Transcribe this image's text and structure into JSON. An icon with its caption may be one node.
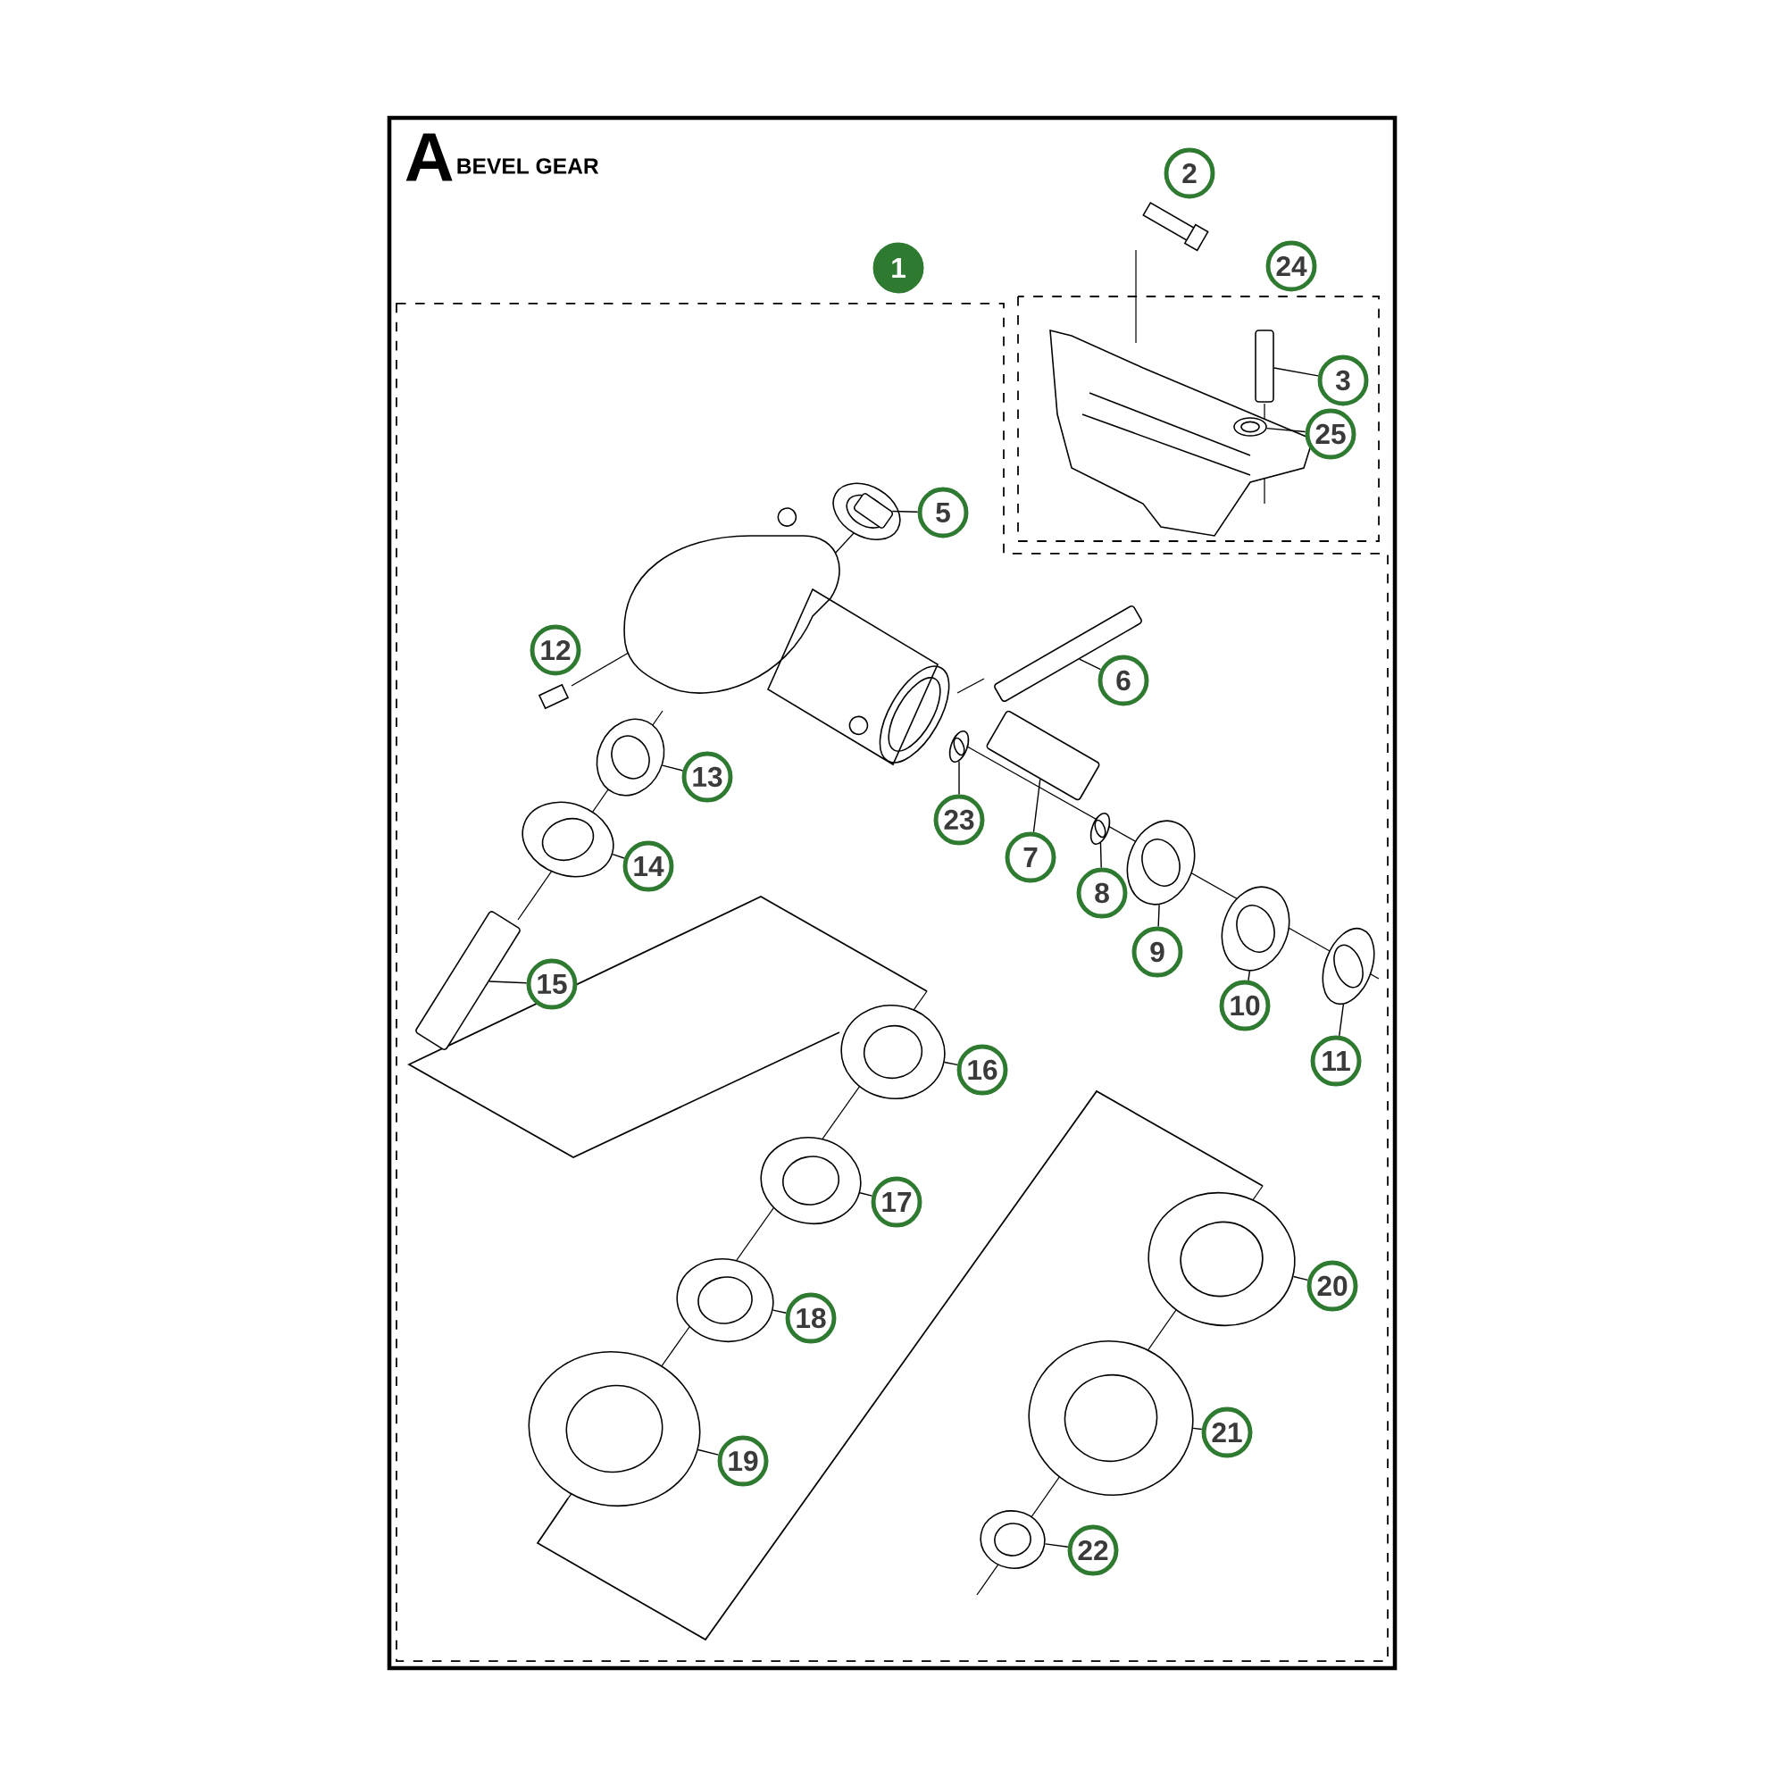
{
  "diagram": {
    "title": "BEVEL GEAR",
    "labels": [
      "A"
    ],
    "nodes": [
      {
        "text": [
          "1"
        ]
      },
      {
        "text": [
          "2"
        ]
      },
      {
        "text": [
          "24"
        ]
      },
      {
        "text": [
          "3"
        ]
      },
      {
        "text": [
          "25"
        ]
      },
      {
        "text": [
          "5"
        ]
      },
      {
        "text": [
          "12"
        ]
      },
      {
        "text": [
          "6"
        ]
      },
      {
        "text": [
          "13"
        ]
      },
      {
        "text": [
          "14"
        ]
      },
      {
        "text": [
          "23"
        ]
      },
      {
        "text": [
          "7"
        ]
      },
      {
        "text": [
          "8"
        ]
      },
      {
        "text": [
          "15"
        ]
      },
      {
        "text": [
          "9"
        ]
      },
      {
        "text": [
          "10"
        ]
      },
      {
        "text": [
          "11"
        ]
      },
      {
        "text": [
          "16"
        ]
      },
      {
        "text": [
          "17"
        ]
      },
      {
        "text": [
          "20"
        ]
      },
      {
        "text": [
          "18"
        ]
      },
      {
        "text": [
          "21"
        ]
      },
      {
        "text": [
          "19"
        ]
      },
      {
        "text": [
          "22"
        ]
      },
      {
        "text": [],
        "shape": "bar"
      },
      {
        "text": [],
        "shape": "circle"
      },
      {
        "text": [],
        "shape": "bar"
      },
      {
        "text": [],
        "shape": "bar"
      },
      {
        "text": [],
        "shape": "circle"
      },
      {
        "text": [],
        "shape": "circle"
      },
      {
        "text": [],
        "shape": "circle"
      },
      {
        "text": [],
        "shape": "bar"
      },
      {
        "text": [],
        "shape": "circle"
      },
      {
        "text": [],
        "shape": "circle"
      },
      {
        "text": [],
        "shape": "circle"
      },
      {
        "text": [],
        "shape": "circle"
      },
      {
        "text": [],
        "shape": "bar"
      },
      {
        "text": [],
        "shape": "circle"
      },
      {
        "text": [],
        "shape": "circle"
      },
      {
        "text": [],
        "shape": "circle"
      },
      {
        "text": [],
        "shape": "circle"
      },
      {
        "text": [],
        "shape": "circle"
      },
      {
        "text": [],
        "shape": "circle"
      },
      {
        "text": [],
        "shape": "circle"
      }
    ],
    "edges": [
      {
        "from": 3,
        "to": 24,
        "arrow": "none"
      },
      {
        "from": 4,
        "to": 25,
        "arrow": "none"
      },
      {
        "from": 5,
        "to": 26,
        "arrow": "none"
      },
      {
        "from": 7,
        "to": 27,
        "arrow": "none"
      },
      {
        "from": 8,
        "to": 28,
        "arrow": "none"
      },
      {
        "from": 9,
        "to": 29,
        "arrow": "none"
      },
      {
        "from": 10,
        "to": 30,
        "arrow": "none"
      },
      {
        "from": 11,
        "to": 31,
        "arrow": "none"
      },
      {
        "from": 12,
        "to": 32,
        "arrow": "none"
      },
      {
        "from": 14,
        "to": 33,
        "arrow": "none"
      },
      {
        "from": 15,
        "to": 34,
        "arrow": "none"
      },
      {
        "from": 16,
        "to": 35,
        "arrow": "none"
      },
      {
        "from": 13,
        "to": 36,
        "arrow": "none"
      },
      {
        "from": 17,
        "to": 37,
        "arrow": "none"
      },
      {
        "from": 18,
        "to": 38,
        "arrow": "none"
      },
      {
        "from": 20,
        "to": 39,
        "arrow": "none"
      },
      {
        "from": 22,
        "to": 40,
        "arrow": "none"
      },
      {
        "from": 19,
        "to": 41,
        "arrow": "none"
      },
      {
        "from": 21,
        "to": 42,
        "arrow": "none"
      },
      {
        "from": 23,
        "to": 43,
        "arrow": "none"
      }
    ]
  }
}
